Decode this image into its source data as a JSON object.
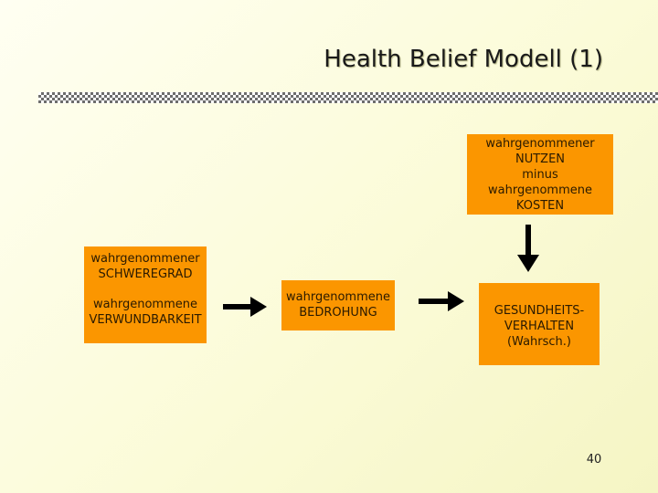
{
  "title": "Health Belief Modell (1)",
  "boxes": {
    "nutzen": [
      "wahrgenommener",
      "NUTZEN",
      "minus",
      "wahrgenommene",
      "KOSTEN"
    ],
    "schwere": [
      "wahrgenommener",
      "SCHWEREGRAD"
    ],
    "verwundbarkeit": [
      "wahrgenommene",
      "VERWUNDBARKEIT"
    ],
    "bedrohung": [
      "wahrgenommene",
      "BEDROHUNG"
    ],
    "verhalten": [
      "GESUNDHEITS-",
      "VERHALTEN",
      "(Wahrsch.)"
    ]
  },
  "page_number": "40",
  "colors": {
    "box": "#fb9600",
    "arrow": "#000000"
  }
}
